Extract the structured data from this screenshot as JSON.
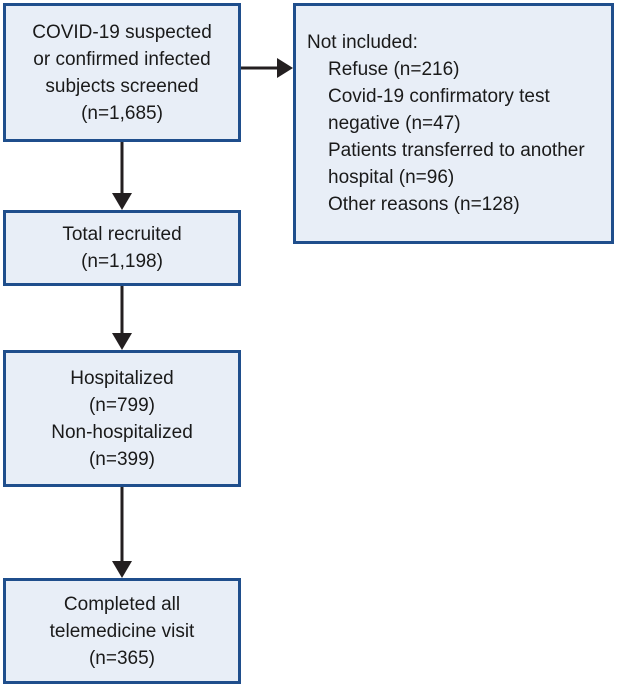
{
  "diagram": {
    "screened": {
      "lines": [
        "COVID-19 suspected",
        "or confirmed infected",
        "subjects screened",
        "(n=1,685)"
      ]
    },
    "not_included": {
      "title": "Not included:",
      "items": [
        [
          "Refuse (n=216)"
        ],
        [
          "Covid-19 confirmatory test",
          "negative (n=47)"
        ],
        [
          "Patients transferred to another",
          "hospital (n=96)"
        ],
        [
          "Other reasons (n=128)"
        ]
      ]
    },
    "recruited": {
      "lines": [
        "Total recruited",
        "(n=1,198)"
      ]
    },
    "hospitalization": {
      "lines": [
        "Hospitalized",
        "(n=799)",
        "Non-hospitalized",
        "(n=399)"
      ]
    },
    "completed": {
      "lines": [
        "Completed all",
        "telemedicine visit",
        "(n=365)"
      ]
    },
    "colors": {
      "box_fill": "#e8eef7",
      "box_border": "#1f4e8c",
      "arrow": "#231f20"
    }
  }
}
